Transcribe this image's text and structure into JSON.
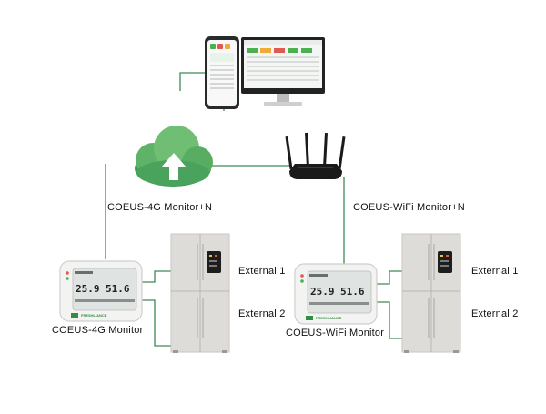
{
  "labels": {
    "gateway_4g": "COEUS-4G Monitor+N",
    "gateway_wifi": "COEUS-WiFi Monitor+N",
    "monitor_4g": "COEUS-4G Monitor",
    "monitor_wifi": "COEUS-WiFi Monitor",
    "left_external_1": "External 1",
    "left_external_2": "External 2",
    "right_external_1": "External 1",
    "right_external_2": "External 2"
  },
  "monitor_display": {
    "temperature": "25.9",
    "humidity": "51.6",
    "brand": "FRESHLIANCE"
  },
  "colors": {
    "connector": "#3f8a55",
    "cloud_light": "#7cc47f",
    "cloud_dark": "#3f9a55",
    "fridge": "#dedcd9",
    "fridge_shadow": "#c9c6c2",
    "router": "#1a1a1a",
    "screen_green": "#2f8f3e"
  }
}
